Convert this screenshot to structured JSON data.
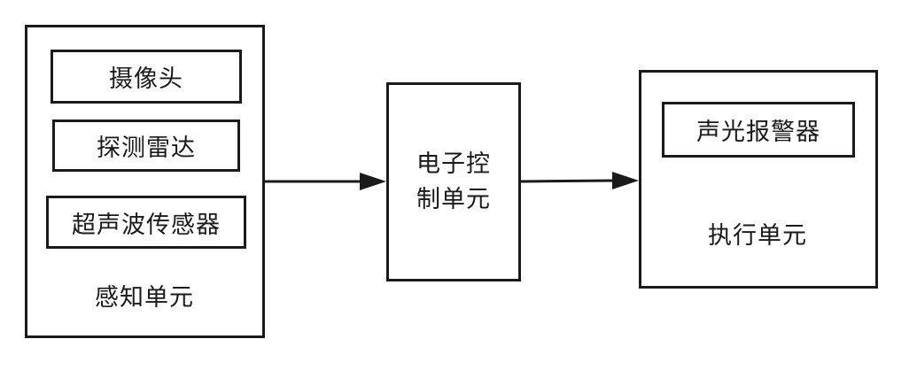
{
  "perception_unit": {
    "items": [
      "摄像头",
      "探测雷达",
      "超声波传感器"
    ],
    "label": "感知单元"
  },
  "control_unit": {
    "label_line1": "电子控",
    "label_line2": "制单元"
  },
  "execution_unit": {
    "items": [
      "声光报警器"
    ],
    "label": "执行单元"
  }
}
